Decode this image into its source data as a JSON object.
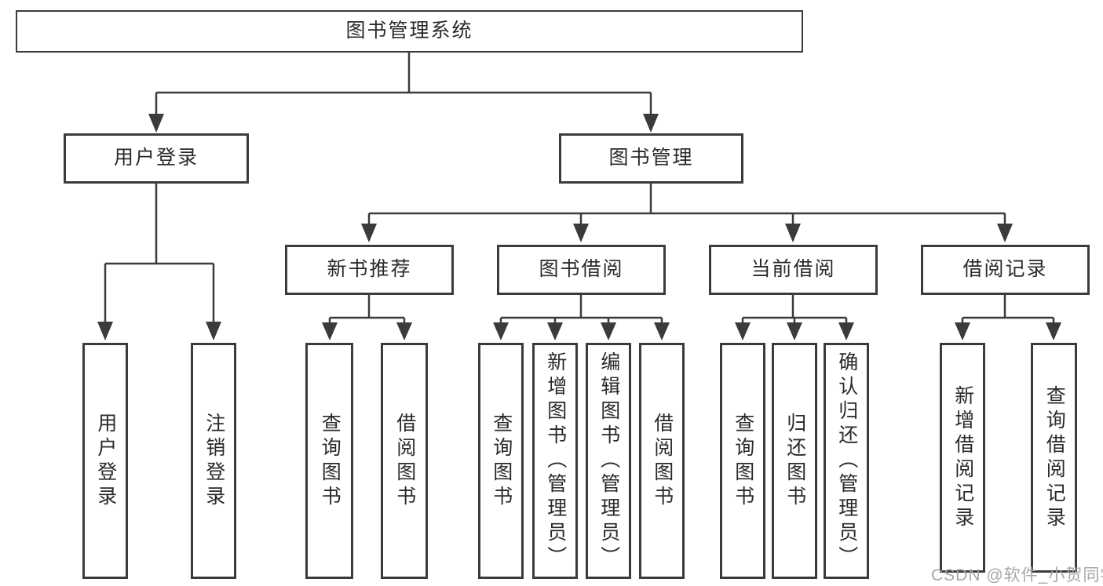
{
  "diagram": {
    "type": "feature-tree",
    "root": {
      "label": "图书管理系统"
    },
    "branches": [
      {
        "label": "用户登录",
        "children": [
          {
            "label": "用户登录"
          },
          {
            "label": "注销登录"
          }
        ]
      },
      {
        "label": "图书管理",
        "children": [
          {
            "label": "新书推荐",
            "children": [
              {
                "label": "查询图书"
              },
              {
                "label": "借阅图书"
              }
            ]
          },
          {
            "label": "图书借阅",
            "children": [
              {
                "label": "查询图书"
              },
              {
                "label": "新增图书（管理员）"
              },
              {
                "label": "编辑图书（管理员）"
              },
              {
                "label": "借阅图书"
              }
            ]
          },
          {
            "label": "当前借阅",
            "children": [
              {
                "label": "查询图书"
              },
              {
                "label": "归还图书"
              },
              {
                "label": "确认归还（管理员）"
              }
            ]
          },
          {
            "label": "借阅记录",
            "children": [
              {
                "label": "新增借阅记录"
              },
              {
                "label": "查询借阅记录"
              }
            ]
          }
        ]
      }
    ]
  },
  "watermark": {
    "text": "CSDN @软件_小贺同学"
  },
  "colors": {
    "line": "#3b3b3b",
    "box_border": "#3b3b3b",
    "box_background": "#ffffff",
    "text": "#2a2a2a",
    "watermark": "#a2a2a2",
    "background": "#ffffff"
  }
}
